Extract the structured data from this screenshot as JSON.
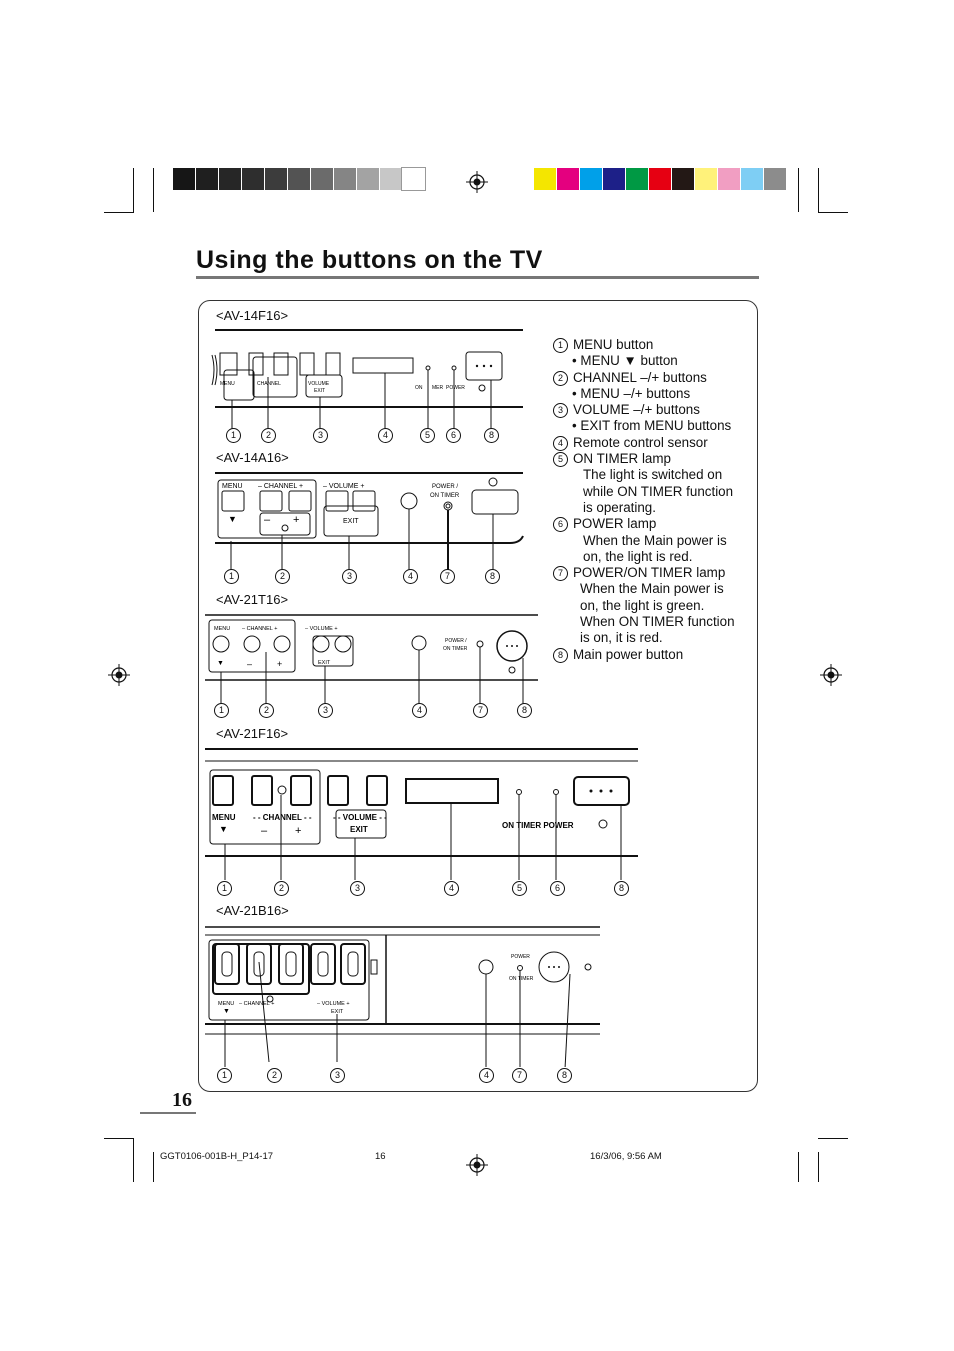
{
  "page": {
    "title": "Using the buttons on the TV",
    "page_number": "16"
  },
  "color_bar": {
    "grays": [
      "#161616",
      "#1f1f1f",
      "#262626",
      "#2e2e2e",
      "#3c3c3c",
      "#535353",
      "#6b6b6b",
      "#858585",
      "#a3a3a3",
      "#c7c7c7",
      "#ffffff"
    ],
    "colors": [
      "#f4e600",
      "#e4007f",
      "#00a0e9",
      "#1d2088",
      "#009944",
      "#e60012",
      "#231815",
      "#fff27a",
      "#f19ec2",
      "#7ecef4",
      "#8c8c8c"
    ]
  },
  "models": {
    "m1": "<AV-14F16>",
    "m2": "<AV-14A16>",
    "m3": "<AV-21T16>",
    "m4": "<AV-21F16>",
    "m5": "<AV-21B16>"
  },
  "panel_labels": {
    "menu": "MENU",
    "channel": "CHANNEL",
    "volume": "VOLUME",
    "exit": "EXIT",
    "power_on_timer_1": "POWER /",
    "power_on_timer_2": "ON  TIMER",
    "on_timer_power": "ON TIMER  POWER",
    "power": "POWER",
    "on_timer": "ON TIMER",
    "on": "ON",
    "mer": "MER",
    "power_small": "POWER",
    "minus": "–",
    "plus": "+"
  },
  "legend": [
    {
      "num": "1",
      "text": "MENU button"
    },
    {
      "num": "",
      "text": "• MENU ▼ button",
      "style": "sub"
    },
    {
      "num": "2",
      "text": "CHANNEL –/+ buttons"
    },
    {
      "num": "",
      "text": "• MENU –/+ buttons",
      "style": "sub"
    },
    {
      "num": "3",
      "text": "VOLUME –/+ buttons"
    },
    {
      "num": "",
      "text": "• EXIT from MENU buttons",
      "style": "sub"
    },
    {
      "num": "4",
      "text": "Remote control sensor"
    },
    {
      "num": "5",
      "text": "ON TIMER lamp"
    },
    {
      "num": "",
      "text": "The light is switched on",
      "style": "note"
    },
    {
      "num": "",
      "text": "while ON TIMER function",
      "style": "note"
    },
    {
      "num": "",
      "text": "is operating.",
      "style": "note"
    },
    {
      "num": "6",
      "text": "POWER lamp"
    },
    {
      "num": "",
      "text": "When the Main power is",
      "style": "note"
    },
    {
      "num": "",
      "text": "on, the light is red.",
      "style": "note"
    },
    {
      "num": "7",
      "text": "POWER/ON TIMER lamp"
    },
    {
      "num": "",
      "text": "When the Main power is",
      "style": "note2"
    },
    {
      "num": "",
      "text": "on, the light is green.",
      "style": "note2"
    },
    {
      "num": "",
      "text": "When ON TIMER function",
      "style": "note2"
    },
    {
      "num": "",
      "text": "is on, it is red.",
      "style": "note2"
    },
    {
      "num": "8",
      "text": "Main power button"
    }
  ],
  "callouts": {
    "c1": "1",
    "c2": "2",
    "c3": "3",
    "c4": "4",
    "c5": "5",
    "c6": "6",
    "c7": "7",
    "c8": "8"
  },
  "footer": {
    "file": "GGT0106-001B-H_P14-17",
    "page": "16",
    "date": "16/3/06, 9:56 AM"
  }
}
